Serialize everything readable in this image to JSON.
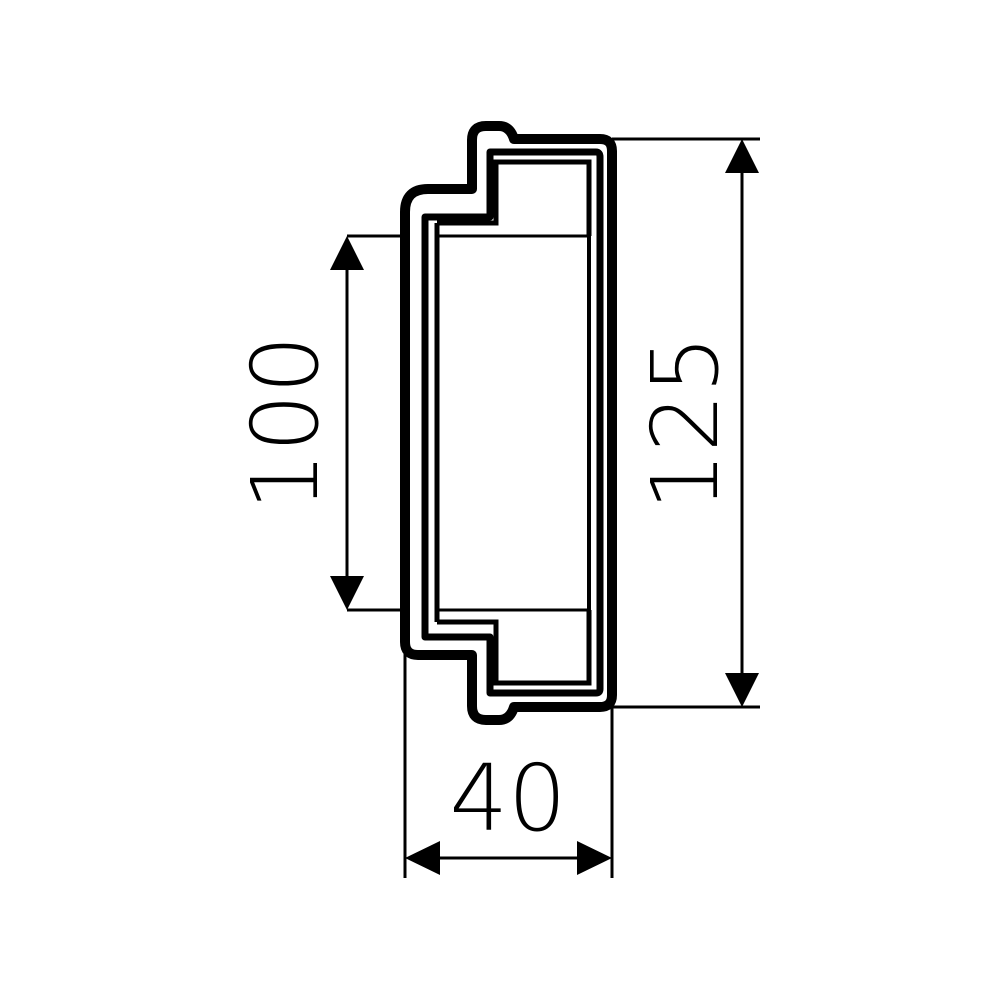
{
  "colors": {
    "line": "#000000",
    "background": "#ffffff"
  },
  "dimensions": {
    "inner_height": "100",
    "outer_height": "125",
    "depth": "40"
  }
}
